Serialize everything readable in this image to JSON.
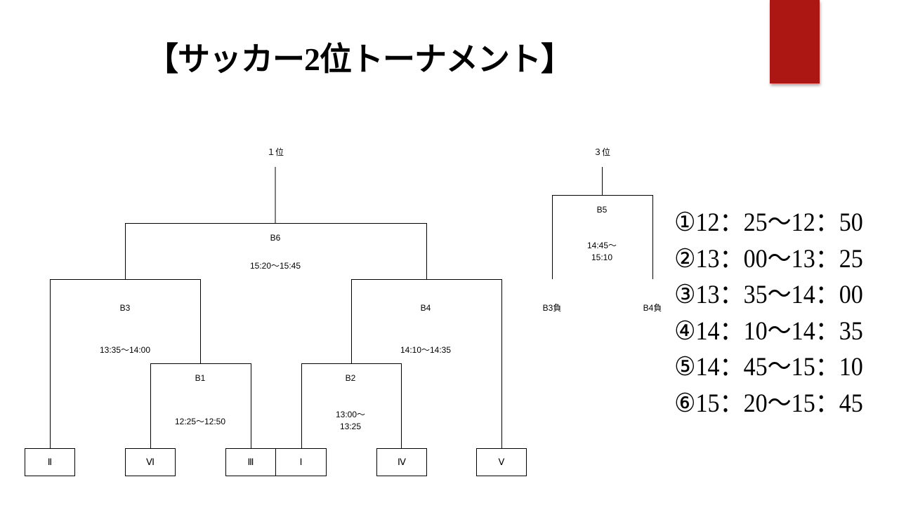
{
  "title": "【サッカー2位トーナメント】",
  "accent_color": "#ad1713",
  "bracket": {
    "first_place": "１位",
    "third_place": "３位",
    "matches": {
      "b1": {
        "label": "B1",
        "time": "12:25〜12:50"
      },
      "b2": {
        "label": "B2",
        "time_line1": "13:00〜",
        "time_line2": "13:25"
      },
      "b3": {
        "label": "B3",
        "time": "13:35〜14:00"
      },
      "b4": {
        "label": "B4",
        "time": "14:10〜14:35"
      },
      "b5": {
        "label": "B5",
        "time_line1": "14:45〜",
        "time_line2": "15:10"
      },
      "b6": {
        "label": "B6",
        "time": "15:20〜15:45"
      }
    },
    "losers": {
      "b3": "B3負",
      "b4": "B4負"
    },
    "teams": [
      "Ⅱ",
      "Ⅵ",
      "Ⅲ",
      "Ⅰ",
      "Ⅳ",
      "Ⅴ"
    ]
  },
  "schedule": [
    "①12：25〜12：50",
    "②13：00〜13：25",
    "③13：35〜14：00",
    "④14：10〜14：35",
    "⑤14：45〜15：10",
    "⑥15：20〜15：45"
  ]
}
